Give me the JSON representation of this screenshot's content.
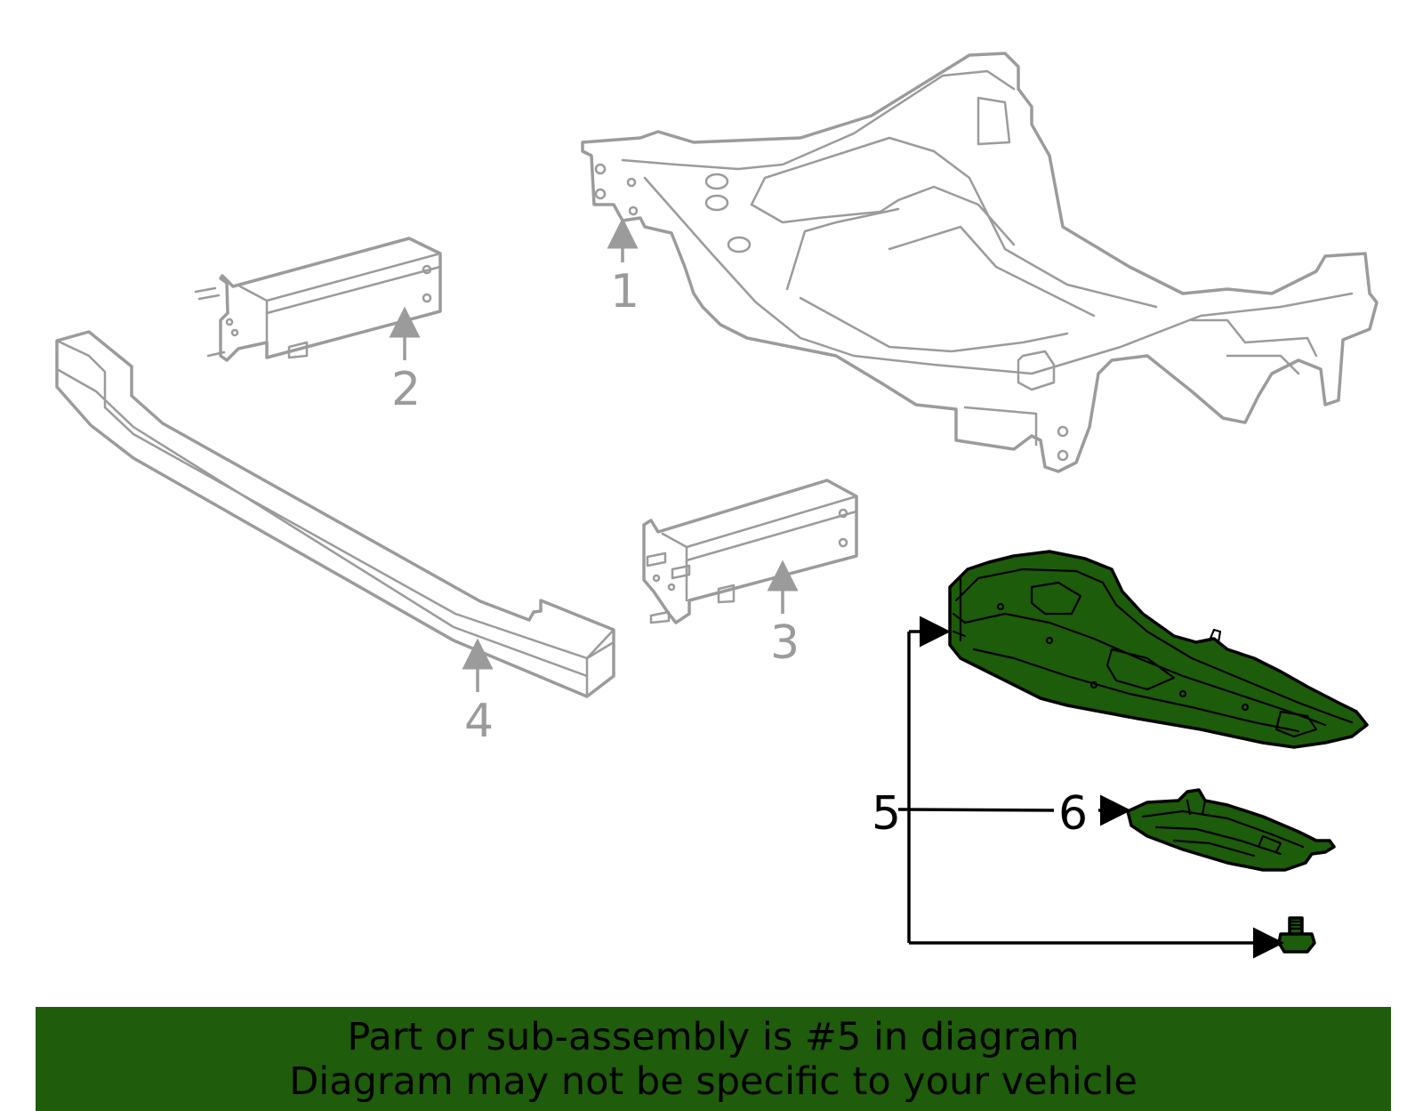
{
  "callouts": {
    "c1": "1",
    "c2": "2",
    "c3": "3",
    "c4": "4",
    "c5": "5",
    "c6": "6"
  },
  "banner": {
    "line1": "Part or sub-assembly is #5 in diagram",
    "line2": "Diagram may not be specific to your vehicle"
  },
  "colors": {
    "highlight": "#1f5c0c",
    "outline_gray": "#9b9b9b",
    "label_black": "#000000"
  }
}
